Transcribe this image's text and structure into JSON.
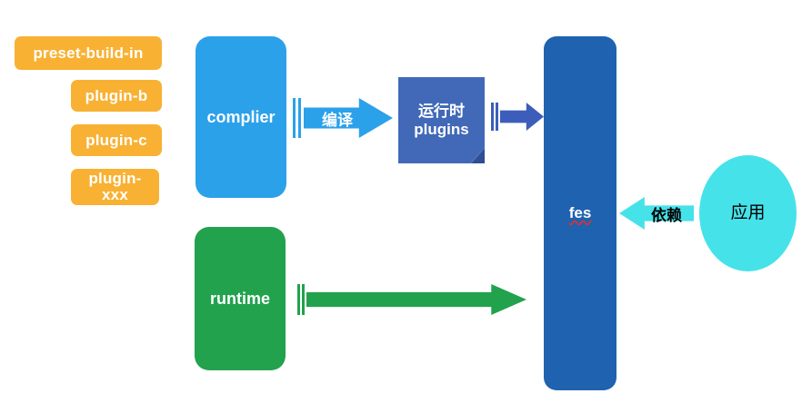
{
  "diagram": {
    "title": "fes architecture diagram",
    "background": "#FFFFFF",
    "colors": {
      "orange": "#F8B133",
      "light_blue": "#2BA1EA",
      "mid_blue": "#4169B8",
      "mid_blue_fold": "#2F4F95",
      "arrow_blue": "#3C5DBA",
      "dark_blue": "#1F62AF",
      "green": "#22A24D",
      "cyan": "#46E2EA",
      "white_text": "#FFFFFF",
      "black_text": "#000000",
      "spellcheck_underline": "#E03030"
    },
    "plugins": [
      {
        "label": "preset-build-in",
        "lines": [
          "preset-build-in"
        ]
      },
      {
        "label": "plugin-b",
        "lines": [
          "plugin-b"
        ]
      },
      {
        "label": "plugin-c",
        "lines": [
          "plugin-c"
        ]
      },
      {
        "label": "plugin-xxx",
        "lines": [
          "plugin-",
          "xxx"
        ]
      }
    ],
    "nodes": {
      "complier": {
        "label": "complier"
      },
      "runtime": {
        "label": "runtime"
      },
      "runtime_plugins": {
        "line1": "运行时",
        "line2": "plugins"
      },
      "fes": {
        "label": "fes"
      },
      "application": {
        "label": "应用"
      }
    },
    "arrows": {
      "compile": {
        "label": "编译",
        "direction": "right"
      },
      "plugins_to_fes": {
        "label": "",
        "direction": "right"
      },
      "runtime_to_fes": {
        "label": "",
        "direction": "right"
      },
      "dependency": {
        "label": "依赖",
        "direction": "left"
      }
    }
  }
}
